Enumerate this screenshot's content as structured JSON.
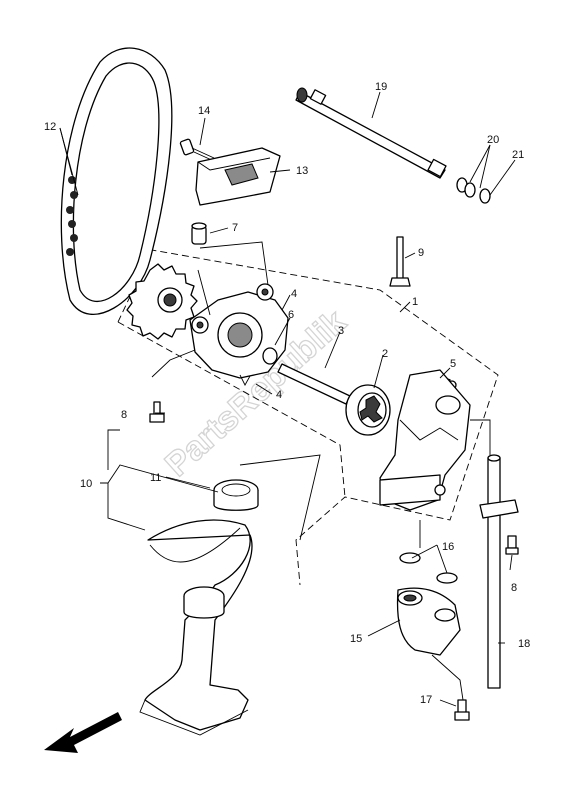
{
  "watermark": "PartsRepublik",
  "callouts": {
    "c1": "1",
    "c2": "2",
    "c3": "3",
    "c4a": "4",
    "c4b": "4",
    "c5": "5",
    "c6": "6",
    "c7": "7",
    "c8a": "8",
    "c8b": "8",
    "c9": "9",
    "c10": "10",
    "c11": "11",
    "c12": "12",
    "c13": "13",
    "c14": "14",
    "c15": "15",
    "c16": "16",
    "c17": "17",
    "c18": "18",
    "c19": "19",
    "c20": "20",
    "c21": "21"
  },
  "icons": {
    "direction_arrow": "front-arrow-icon"
  }
}
